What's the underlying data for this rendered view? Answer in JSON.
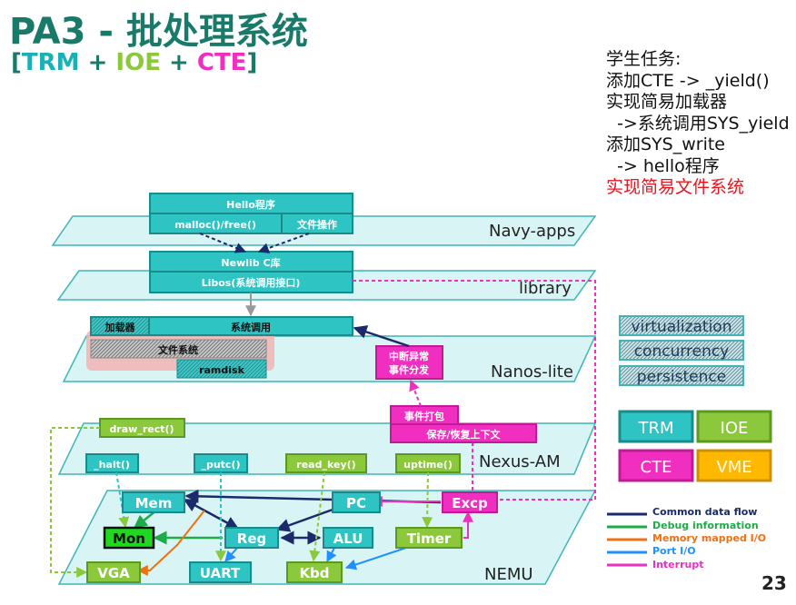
{
  "title": "PA3 - 批处理系统",
  "subtitle": {
    "open": "[",
    "trm": "TRM",
    "plus1": " + ",
    "ioe": "IOE",
    "plus2": " + ",
    "cte": "CTE",
    "close": "]"
  },
  "tasks": [
    {
      "text": "学生任务:",
      "highlight": false
    },
    {
      "text": "添加CTE -> _yield()",
      "highlight": false
    },
    {
      "text": "实现简易加载器",
      "highlight": false
    },
    {
      "text": "  ->系统调用SYS_yield",
      "highlight": false
    },
    {
      "text": "添加SYS_write",
      "highlight": false
    },
    {
      "text": "  -> hello程序",
      "highlight": false
    },
    {
      "text": "实现简易文件系统",
      "highlight": true
    }
  ],
  "layers": {
    "navy": "Navy-apps",
    "library": "library",
    "nanos": "Nanos-lite",
    "nexus": "Nexus-AM",
    "nemu": "NEMU"
  },
  "boxes": {
    "hello": "Hello程序",
    "malloc": "malloc()/free()",
    "fileop": "文件操作",
    "newlib": "Newlib C库",
    "libos": "Libos(系统调用接口)",
    "loader": "加载器",
    "syscall": "系统调用",
    "fs": "文件系统",
    "ramdisk": "ramdisk",
    "irq_dispatch": [
      "中断异常",
      "事件分发"
    ],
    "pack_event": "事件打包",
    "save_restore": "保存/恢复上下文",
    "draw_rect": "draw_rect()",
    "halt": "_halt()",
    "putc": "_putc()",
    "read_key": "read_key()",
    "uptime": "uptime()",
    "mem": "Mem",
    "pc": "PC",
    "excp": "Excp",
    "mon": "Mon",
    "reg": "Reg",
    "alu": "ALU",
    "timer": "Timer",
    "vga": "VGA",
    "uart": "UART",
    "kbd": "Kbd"
  },
  "legend_tags": {
    "virtualization": "virtualization",
    "concurrency": "concurrency",
    "persistence": "persistence"
  },
  "modules": {
    "trm": "TRM",
    "ioe": "IOE",
    "cte": "CTE",
    "vme": "VME"
  },
  "legend": [
    {
      "label": "Common data flow",
      "color": "#1a2a6c"
    },
    {
      "label": "Debug information",
      "color": "#1faa4a"
    },
    {
      "label": "Memory mapped I/O",
      "color": "#f07010"
    },
    {
      "label": "Port I/O",
      "color": "#1e90ff"
    },
    {
      "label": "Interrupt",
      "color": "#f02fc0"
    }
  ],
  "colors": {
    "teal": "#2ec4c4",
    "teal_dark": "#1a9a9a",
    "layer": "#d9f4f4",
    "magenta": "#f02fc0",
    "green": "#8cc83c",
    "mon_green": "#1fd81f",
    "orange": "#ffb800",
    "title": "#1a7a6a"
  },
  "page_number": "23"
}
